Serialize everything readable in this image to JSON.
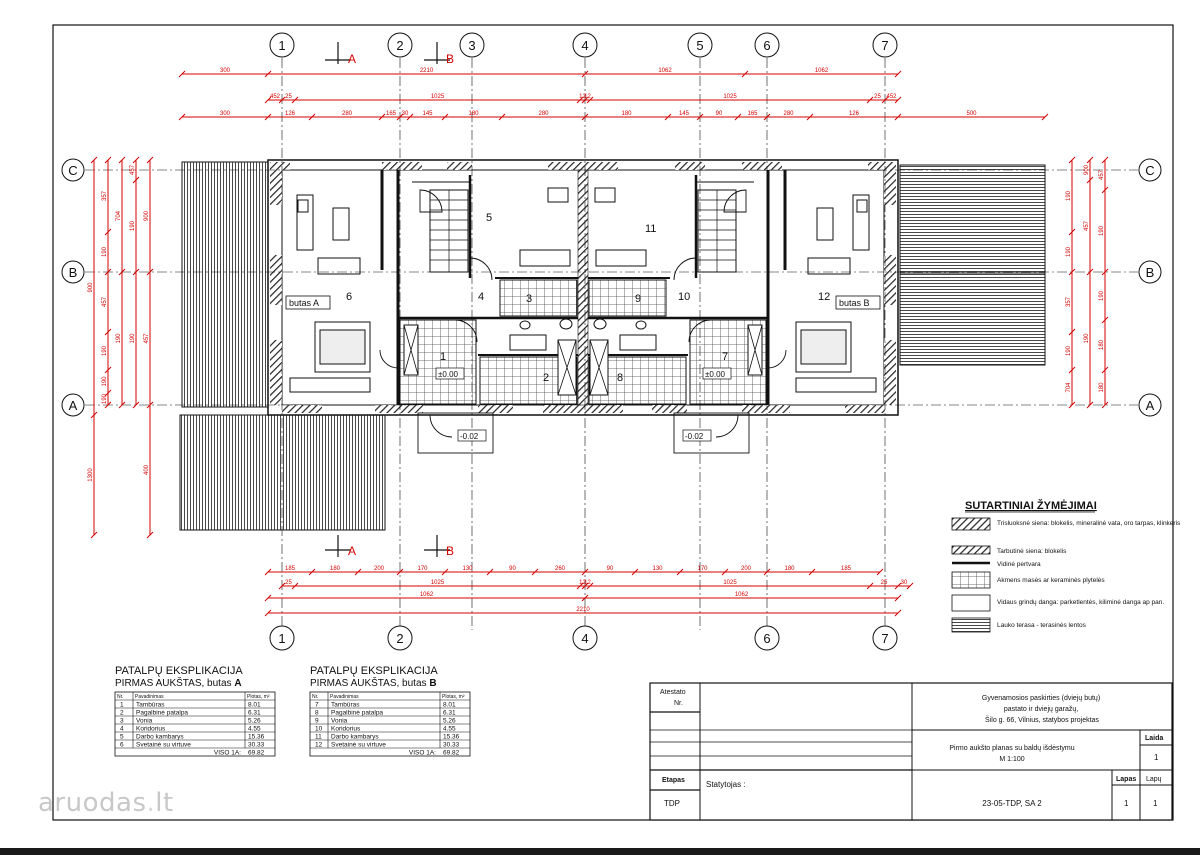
{
  "grid": {
    "columns": [
      "1",
      "2",
      "3",
      "4",
      "5",
      "6",
      "7"
    ],
    "rows": [
      "C",
      "B",
      "A"
    ]
  },
  "sections": {
    "a": "A",
    "b": "B"
  },
  "dimensions": {
    "top1": [
      "300",
      "2210",
      "1062",
      "1062"
    ],
    "top2": [
      "452",
      "25",
      "1025",
      "12",
      "12",
      "1025",
      "25",
      "452"
    ],
    "top3": [
      "300",
      "126",
      "280",
      "165",
      "30",
      "145",
      "180",
      "280",
      "180",
      "145",
      "90",
      "165",
      "280",
      "126",
      "500"
    ],
    "bottom1": [
      "185",
      "180",
      "200",
      "170",
      "130",
      "90",
      "260",
      "90",
      "130",
      "170",
      "200",
      "180",
      "185"
    ],
    "bottom2": [
      "25",
      "1025",
      "12",
      "12",
      "1025",
      "25",
      "30"
    ],
    "bottom3": [
      "1062",
      "1062"
    ],
    "bottom4": [
      "2210"
    ],
    "left": [
      "900",
      "1300",
      "400",
      "357",
      "190",
      "457",
      "190",
      "190",
      "190",
      "704"
    ],
    "right": [
      "190",
      "190",
      "357",
      "190",
      "704",
      "900",
      "457",
      "190",
      "190",
      "180",
      "180"
    ]
  },
  "rooms": [
    "1",
    "2",
    "3",
    "4",
    "5",
    "6",
    "7",
    "8",
    "9",
    "10",
    "11",
    "12"
  ],
  "apartment_labels": [
    "butas A",
    "butas B"
  ],
  "levels": [
    "±0.00",
    "±0.00",
    "-0.02",
    "-0.02"
  ],
  "legend": {
    "title": "SUTARTINIAI ŽYMĖJIMAI",
    "items": [
      "Trisluoksnė siena: blokelis, mineralinė vata, oro tarpas, klinkeris",
      "Tarbutinė siena: blokelis",
      "Vidinė pertvara",
      "Akmens masės ar keraminės plytelės",
      "Vidaus grindų danga: parketlentės, kiliminė danga ap pan.",
      "Lauko terasa - terasinės lentos"
    ]
  },
  "tables": [
    {
      "title": "PATALPŲ EKSPLIKACIJA",
      "subtitle": "PIRMAS AUKŠTAS, butas",
      "apartment": "A",
      "headers": [
        "Nr.",
        "Pavadinimas",
        "Plotas, m²"
      ],
      "rows": [
        [
          "1",
          "Tambūras",
          "8.01"
        ],
        [
          "2",
          "Pagalbinė patalpa",
          "6.31"
        ],
        [
          "3",
          "Vonia",
          "5.26"
        ],
        [
          "4",
          "Koridorius",
          "4.55"
        ],
        [
          "5",
          "Darbo kambarys",
          "15.36"
        ],
        [
          "6",
          "Svetainė su virtuve",
          "30.33"
        ]
      ],
      "total_label": "VISO 1A:",
      "total": "69.82"
    },
    {
      "title": "PATALPŲ EKSPLIKACIJA",
      "subtitle": "PIRMAS AUKŠTAS, butas",
      "apartment": "B",
      "headers": [
        "Nr.",
        "Pavadinimas",
        "Plotas, m²"
      ],
      "rows": [
        [
          "7",
          "Tambūras",
          "8.01"
        ],
        [
          "8",
          "Pagalbinė patalpa",
          "6.31"
        ],
        [
          "9",
          "Vonia",
          "5.26"
        ],
        [
          "10",
          "Koridorius",
          "4.55"
        ],
        [
          "11",
          "Darbo kambarys",
          "15.36"
        ],
        [
          "12",
          "Svetainė su virtuve",
          "30.33"
        ]
      ],
      "total_label": "VISO 1A:",
      "total": "69.82"
    }
  ],
  "title_block": {
    "atestato_label": "Atestato",
    "nr_label": "Nr.",
    "project": "Gyvenamosios paskirties (dviejų butų) pastato ir dviejų garažų, Šilo g. 66, Vilnius, statybos projektas",
    "sheet_title": "Pirmo aukšto planas su baldų išdėstymu",
    "scale": "M 1:100",
    "laida_label": "Laida",
    "laida_value": "1",
    "etapas_label": "Etapas",
    "etapas_value": "TDP",
    "statytojas_label": "Statytojas :",
    "lapas_label": "Lapas",
    "lapu_label": "Lapų",
    "lapas_value": "1",
    "lapu_value": "1",
    "code": "23-05-TDP, SA 2"
  },
  "watermark": {
    "brand": "aruodas",
    "dot": ".",
    "tld": "lt"
  },
  "colors": {
    "dimension": "#d40000",
    "line": "#111111",
    "hatch": "#555555"
  }
}
